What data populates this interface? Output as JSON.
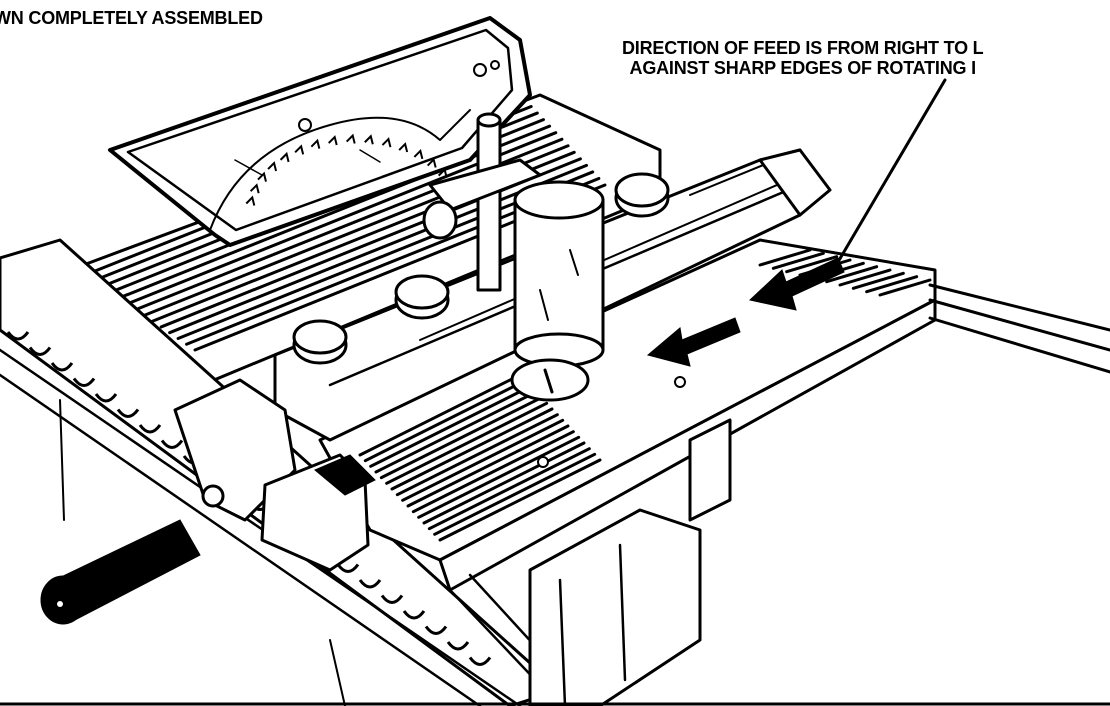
{
  "caption_left": "WN COMPLETELY ASSEMBLED",
  "caption_right_line1": "DIRECTION OF FEED IS FROM RIGHT TO L",
  "caption_right_line2": "AGAINST SHARP EDGES OF ROTATING I",
  "colors": {
    "ink": "#000000",
    "paper": "#ffffff"
  }
}
